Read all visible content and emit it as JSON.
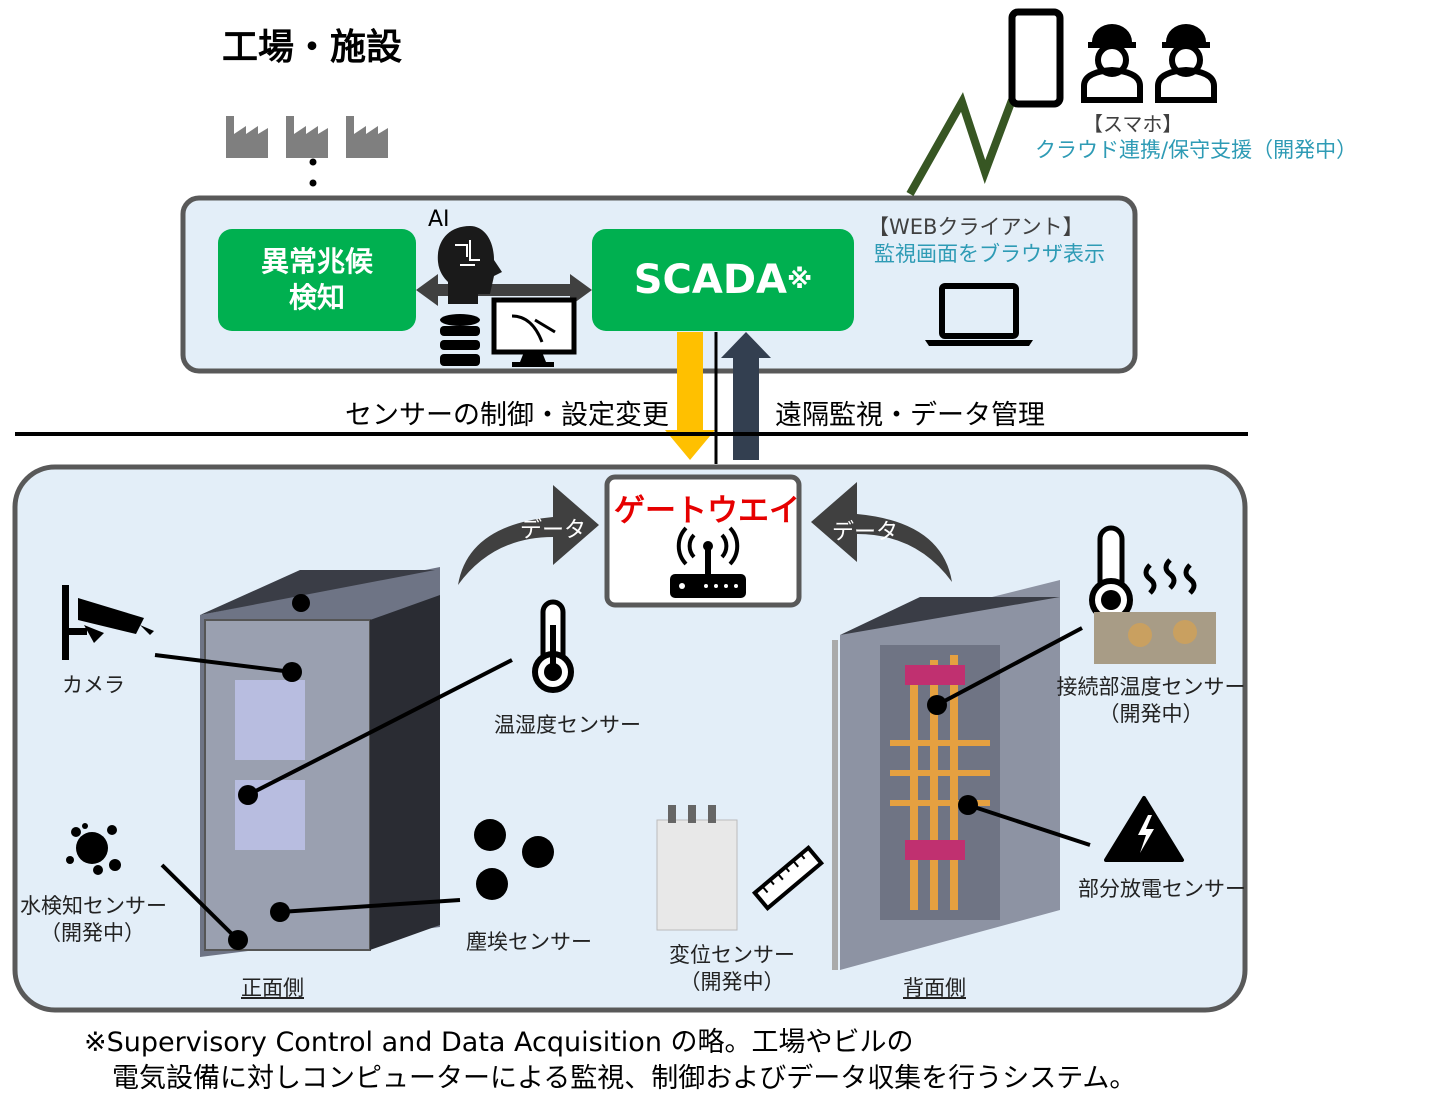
{
  "title": "工場・施設",
  "colors": {
    "panel_bg": "#e3eef8",
    "panel_border": "#595959",
    "green": "#00b050",
    "accent_blue": "#2e9bb5",
    "gateway_red": "#e60000",
    "arrow_down": "#ffc000",
    "arrow_up": "#333f50",
    "wireless_line": "#375623"
  },
  "top_panel": {
    "anomaly_box": {
      "line1": "異常兆候",
      "line2": "検知"
    },
    "ai_label": "AI",
    "scada": {
      "label": "SCADA",
      "mark": "※"
    },
    "web_client": {
      "heading": "【WEBクライアント】",
      "desc": "監視画面をブラウザ表示"
    },
    "icons": [
      "ai-head-icon",
      "database-icon",
      "monitor-chart-icon",
      "laptop-icon",
      "double-arrow-icon"
    ]
  },
  "mobile": {
    "heading": "【スマホ】",
    "desc": "クラウド連携/保守支援（開発中）",
    "icons": [
      "smartphone-icon",
      "worker-icon",
      "worker-icon"
    ]
  },
  "flows": {
    "down_label": "センサーの制御・設定変更",
    "up_label": "遠隔監視・データ管理"
  },
  "gateway": {
    "label": "ゲートウエイ",
    "data_left": "データ",
    "data_right": "データ"
  },
  "sensors": {
    "camera": "カメラ",
    "temp_humidity": "温湿度センサー",
    "water": {
      "line1": "水検知センサー",
      "line2": "（開発中）"
    },
    "dust": "塵埃センサー",
    "displacement": {
      "line1": "変位センサー",
      "line2": "（開発中）"
    },
    "joint_temp": {
      "line1": "接続部温度センサー",
      "line2": "（開発中）"
    },
    "partial_discharge": "部分放電センサー"
  },
  "sides": {
    "front": "正面側",
    "back": "背面側"
  },
  "footnote": {
    "line1": "※Supervisory Control and Data Acquisition の略。工場やビルの",
    "line2": "電気設備に対しコンピューターによる監視、制御およびデータ収集を行うシステム。"
  }
}
